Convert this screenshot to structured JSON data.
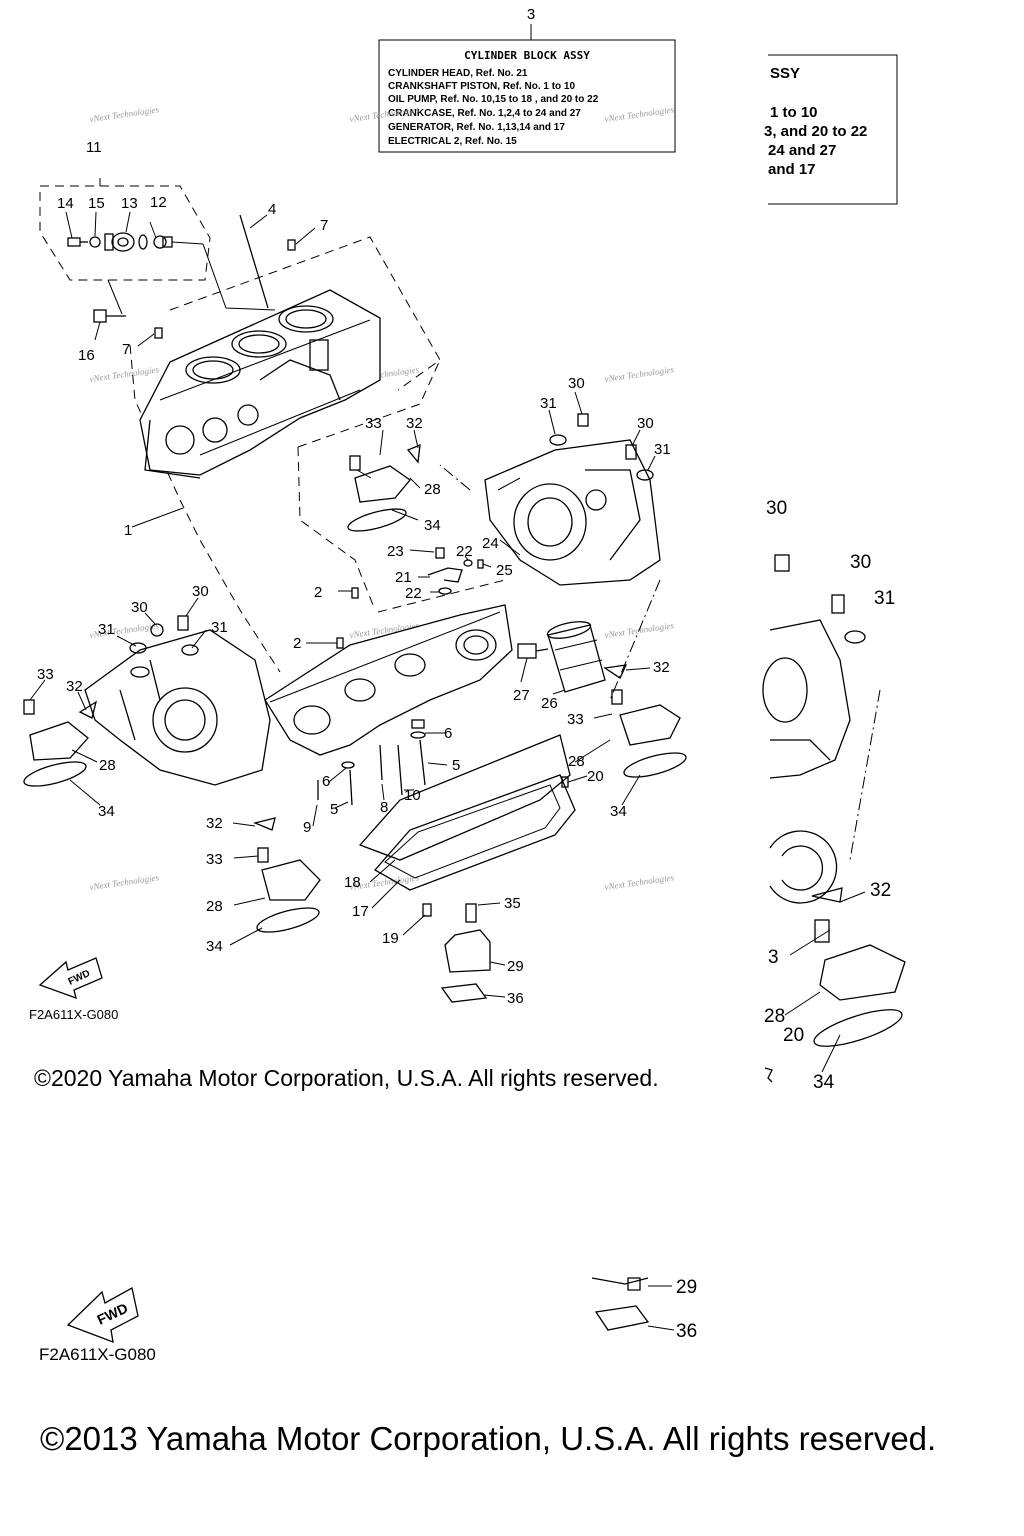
{
  "legend_box": {
    "ref": "3",
    "title": "CYLINDER BLOCK ASSY",
    "lines": [
      "CYLINDER HEAD,  Ref. No. 21",
      "CRANKSHAFT PISTON, Ref. No. 1 to 10",
      "OIL PUMP,  Ref. No. 10,15 to 18 , and 20 to 22",
      "CRANKCASE,   Ref. No. 1,2,4 to 24 and 27",
      "GENERATOR,   Ref. No. 1,13,14 and 17",
      "ELECTRICAL 2, Ref. No. 15"
    ]
  },
  "legend_box_crop": {
    "title": "SSY",
    "lines": [
      "1 to 10",
      "3, and 20 to 22",
      "24 and 27",
      "and 17"
    ]
  },
  "watermark": "vNext Technologies",
  "part_labels": {
    "p1": "1",
    "p2a": "2",
    "p2b": "2",
    "p3": "3",
    "p4": "4",
    "p5a": "5",
    "p5b": "5",
    "p6a": "6",
    "p6b": "6",
    "p7a": "7",
    "p7b": "7",
    "p8": "8",
    "p9": "9",
    "p10": "10",
    "p11": "11",
    "p12": "12",
    "p13": "13",
    "p14": "14",
    "p15": "15",
    "p16": "16",
    "p17": "17",
    "p18": "18",
    "p19": "19",
    "p20": "20",
    "p21": "21",
    "p22a": "22",
    "p22b": "22",
    "p23": "23",
    "p24": "24",
    "p25": "25",
    "p26": "26",
    "p27": "27",
    "p28a": "28",
    "p28b": "28",
    "p28c": "28",
    "p28d": "28",
    "p29": "29",
    "p30a": "30",
    "p30b": "30",
    "p30c": "30",
    "p30d": "30",
    "p31a": "31",
    "p31b": "31",
    "p31c": "31",
    "p31d": "31",
    "p32a": "32",
    "p32b": "32",
    "p32c": "32",
    "p32d": "32",
    "p33a": "33",
    "p33b": "33",
    "p33c": "33",
    "p33d": "33",
    "p34a": "34",
    "p34b": "34",
    "p34c": "34",
    "p34d": "34",
    "p35": "35",
    "p36": "36"
  },
  "crop_labels": {
    "c30a": "30",
    "c30b": "30",
    "c31": "31",
    "c32": "32",
    "c33": "3",
    "c28": "28",
    "c20": "20",
    "c34": "34",
    "c29": "29",
    "c36": "36"
  },
  "fwd_label": "FWD",
  "diagram_code": "F2A611X-G080",
  "diagram_code_big": "F2A611X-G080",
  "copyright_small": "©2020 Yamaha Motor Corporation, U.S.A. All rights reserved.",
  "copyright_big": "©2013 Yamaha Motor Corporation, U.S.A. All rights reserved."
}
